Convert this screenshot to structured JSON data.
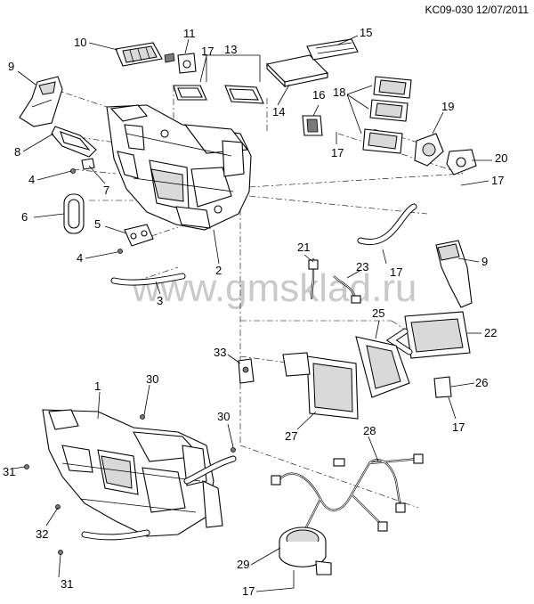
{
  "header": {
    "reference": "KC09-030 12/07/2011"
  },
  "watermark": "www.gmsklad.ru",
  "callouts": [
    {
      "id": "c10",
      "label": "10"
    },
    {
      "id": "c11",
      "label": "11"
    },
    {
      "id": "c17a",
      "label": "17"
    },
    {
      "id": "c13",
      "label": "13"
    },
    {
      "id": "c15",
      "label": "15"
    },
    {
      "id": "c9a",
      "label": "9"
    },
    {
      "id": "c14",
      "label": "14"
    },
    {
      "id": "c16",
      "label": "16"
    },
    {
      "id": "c18",
      "label": "18"
    },
    {
      "id": "c19",
      "label": "19"
    },
    {
      "id": "c8",
      "label": "8"
    },
    {
      "id": "c17b",
      "label": "17"
    },
    {
      "id": "c20",
      "label": "20"
    },
    {
      "id": "c4a",
      "label": "4"
    },
    {
      "id": "c7",
      "label": "7"
    },
    {
      "id": "c17c",
      "label": "17"
    },
    {
      "id": "c6",
      "label": "6"
    },
    {
      "id": "c5",
      "label": "5"
    },
    {
      "id": "c21",
      "label": "21"
    },
    {
      "id": "c4b",
      "label": "4"
    },
    {
      "id": "c9b",
      "label": "9"
    },
    {
      "id": "c23",
      "label": "23"
    },
    {
      "id": "c17d",
      "label": "17"
    },
    {
      "id": "c2",
      "label": "2"
    },
    {
      "id": "c3",
      "label": "3"
    },
    {
      "id": "c25",
      "label": "25"
    },
    {
      "id": "c22",
      "label": "22"
    },
    {
      "id": "c33",
      "label": "33"
    },
    {
      "id": "c26",
      "label": "26"
    },
    {
      "id": "c1",
      "label": "1"
    },
    {
      "id": "c30a",
      "label": "30"
    },
    {
      "id": "c17e",
      "label": "17"
    },
    {
      "id": "c30b",
      "label": "30"
    },
    {
      "id": "c27",
      "label": "27"
    },
    {
      "id": "c28",
      "label": "28"
    },
    {
      "id": "c31a",
      "label": "31"
    },
    {
      "id": "c32",
      "label": "32"
    },
    {
      "id": "c29",
      "label": "29"
    },
    {
      "id": "c31b",
      "label": "31"
    },
    {
      "id": "c17f",
      "label": "17"
    }
  ]
}
